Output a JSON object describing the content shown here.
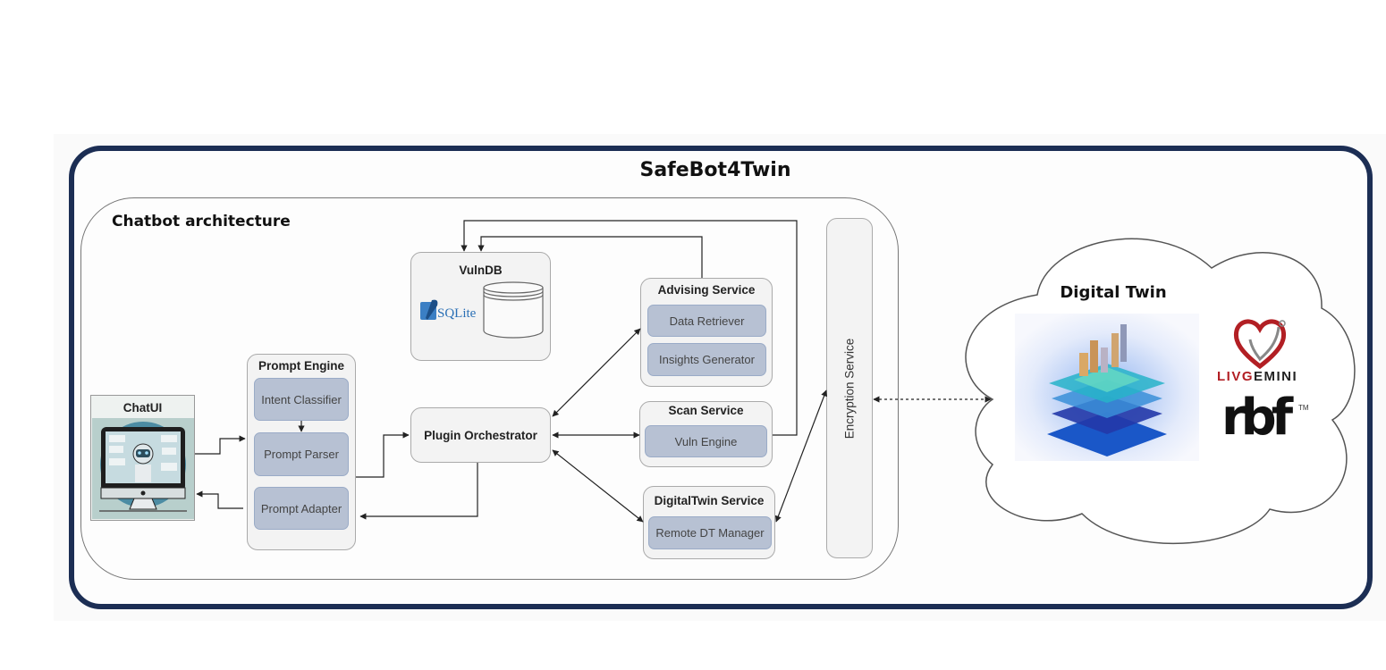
{
  "diagram": {
    "title": "SafeBot4Twin",
    "chatbot_architecture": {
      "title": "Chatbot architecture",
      "chat_ui": {
        "label": "ChatUI",
        "icon": "robot-monitor-icon"
      },
      "prompt_engine": {
        "title": "Prompt Engine",
        "components": [
          "Intent Classifier",
          "Prompt Parser",
          "Prompt Adapter"
        ]
      },
      "plugin_orchestrator": {
        "label": "Plugin Orchestrator"
      },
      "vuln_db": {
        "title": "VulnDB",
        "logo_text": "SQLite",
        "icon": "database-cylinder-icon"
      },
      "advising_service": {
        "title": "Advising Service",
        "components": [
          "Data Retriever",
          "Insights Generator"
        ]
      },
      "scan_service": {
        "title": "Scan Service",
        "components": [
          "Vuln Engine"
        ]
      },
      "digital_twin_service": {
        "title": "DigitalTwin Service",
        "components": [
          "Remote DT Manager"
        ]
      },
      "encryption_service": {
        "label": "Encryption Service"
      }
    },
    "digital_twin": {
      "title": "Digital Twin",
      "image": "layered-city-digital-twin-illustration",
      "logos": {
        "livgemini_prefix": "LIV",
        "livgemini_g": "G",
        "livgemini_suffix": "EMINI",
        "rbf": "rbf",
        "rbf_tm": "TM"
      }
    },
    "colors": {
      "frame": "#1c2e54",
      "subcomponent": "#b7c1d3",
      "box": "#f3f3f3",
      "livgemini_red": "#b21f24"
    }
  }
}
